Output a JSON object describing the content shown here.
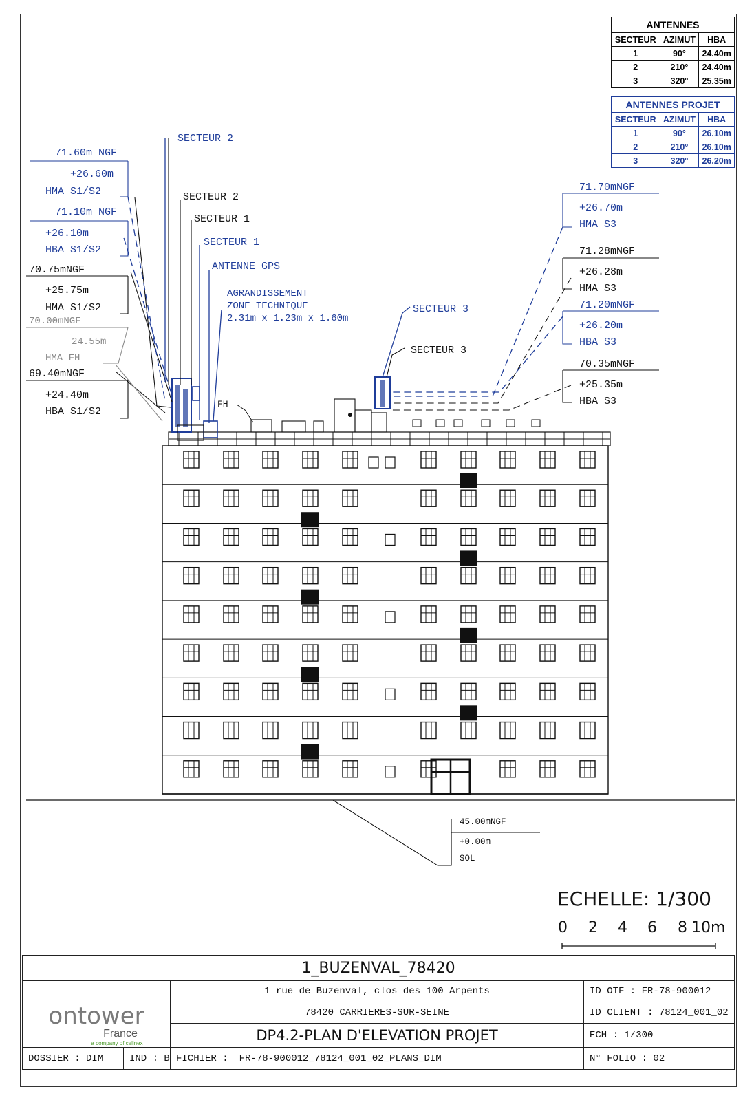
{
  "antennes": {
    "title": "ANTENNES",
    "headers": [
      "SECTEUR",
      "AZIMUT",
      "HBA"
    ],
    "rows": [
      [
        "1",
        "90°",
        "24.40m"
      ],
      [
        "2",
        "210°",
        "24.40m"
      ],
      [
        "3",
        "320°",
        "25.35m"
      ]
    ]
  },
  "antennes_projet": {
    "title": "ANTENNES PROJET",
    "headers": [
      "SECTEUR",
      "AZIMUT",
      "HBA"
    ],
    "rows": [
      [
        "1",
        "90°",
        "26.10m"
      ],
      [
        "2",
        "210°",
        "26.10m"
      ],
      [
        "3",
        "320°",
        "26.20m"
      ]
    ]
  },
  "left_labels": {
    "l1": "71.60m NGF",
    "l1b": "+26.60m",
    "l1c": "HMA S1/S2",
    "l2": "71.10m NGF",
    "l2b": "+26.10m",
    "l2c": "HBA S1/S2",
    "l3": "70.75mNGF",
    "l3b": "+25.75m",
    "l3c": "HMA S1/S2",
    "l4": "70.00mNGF",
    "l4b": "24.55m",
    "l4c": "HMA FH",
    "l5": "69.40mNGF",
    "l5b": "+24.40m",
    "l5c": "HBA S1/S2"
  },
  "right_labels": {
    "r1": "71.70mNGF",
    "r1b": "+26.70m",
    "r1c": "HMA S3",
    "r2": "71.28mNGF",
    "r2b": "+26.28m",
    "r2c": "HMA S3",
    "r3": "71.20mNGF",
    "r3b": "+26.20m",
    "r3c": "HBA S3",
    "r4": "70.35mNGF",
    "r4b": "+25.35m",
    "r4c": "HBA S3"
  },
  "callouts": {
    "secteur2_proj": "SECTEUR 2",
    "secteur2": "SECTEUR 2",
    "secteur1": "SECTEUR 1",
    "secteur1_proj": "SECTEUR 1",
    "antenne_gps": "ANTENNE GPS",
    "agr1": "AGRANDISSEMENT",
    "agr2": "ZONE TECHNIQUE",
    "agr3": "2.31m x 1.23m x 1.60m",
    "secteur3_proj": "SECTEUR 3",
    "secteur3": "SECTEUR 3",
    "fh": "FH"
  },
  "ground": {
    "ngf": "45.00mNGF",
    "h": "+0.00m",
    "sol": "SOL"
  },
  "scale": {
    "label": "ECHELLE: 1/300",
    "ticks": [
      "0",
      "2",
      "4",
      "6",
      "8",
      "10m"
    ]
  },
  "title_block": {
    "site": "1_BUZENVAL_78420",
    "address1": "1 rue de Buzenval, clos des 100 Arpents",
    "address2": "78420 CARRIERES-SUR-SEINE",
    "plan": "DP4.2-PLAN D'ELEVATION PROJET",
    "id_otf": "ID OTF : FR-78-900012",
    "id_client": "ID CLIENT : 78124_001_02",
    "ech": "ECH : 1/300",
    "folio": "N° FOLIO : 02",
    "dossier": "DOSSIER : DIM",
    "ind": "IND : B",
    "fichier_label": "FICHIER :",
    "fichier": "FR-78-900012_78124_001_02_PLANS_DIM",
    "logo_main": "ontower",
    "logo_sub": "France",
    "logo_tag": "a company of cellnex"
  },
  "colors": {
    "blue": "#1f3d9a",
    "black": "#111111",
    "grey": "#8a8a8a"
  }
}
